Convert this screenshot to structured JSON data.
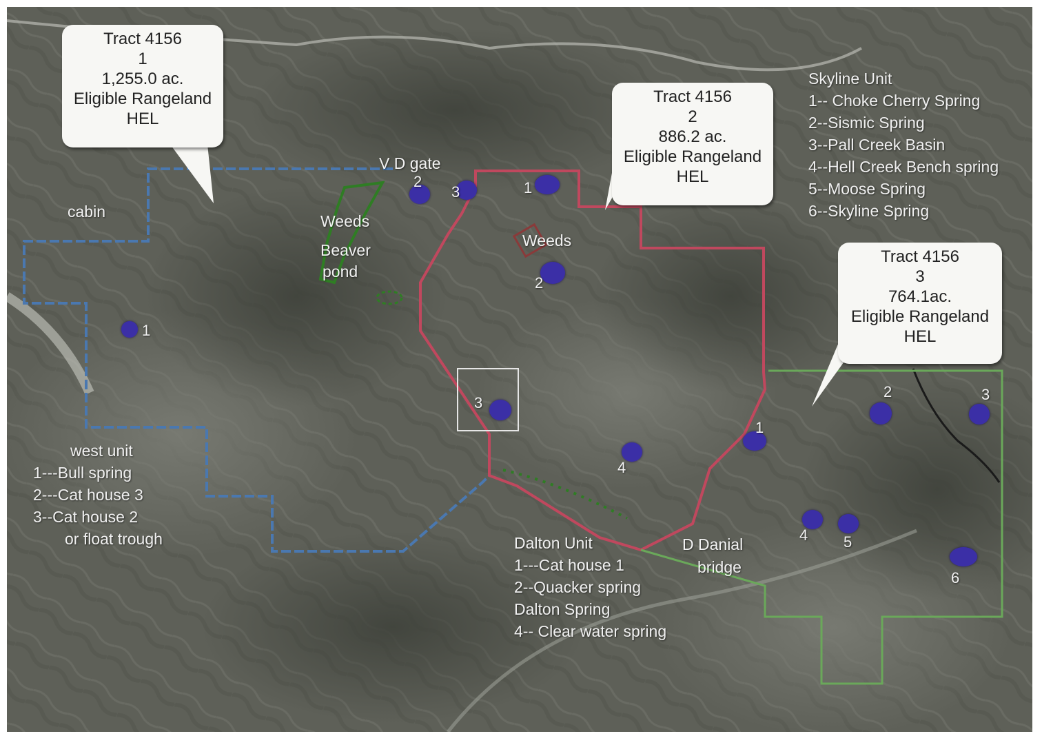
{
  "callouts": {
    "tract1": {
      "lines": [
        "Tract  4156",
        "1",
        "1,255.0 ac.",
        "Eligible Rangeland",
        "HEL"
      ]
    },
    "tract2": {
      "lines": [
        "Tract  4156",
        "2",
        "886.2 ac.",
        "Eligible Rangeland",
        "HEL"
      ]
    },
    "tract3": {
      "lines": [
        "Tract  4156",
        "3",
        "764.1ac.",
        "Eligible Rangeland",
        "HEL"
      ]
    }
  },
  "labels": {
    "cabin": "cabin",
    "vd_gate": "V D gate",
    "weeds_1": "Weeds",
    "beaver": "Beaver",
    "pond": "pond",
    "weeds_2": "Weeds",
    "d_danial": "D  Danial",
    "bridge": "bridge"
  },
  "legends": {
    "skyline": {
      "title": "Skyline Unit",
      "items": [
        "1-- Choke Cherry Spring",
        "2--Sismic Spring",
        "3--Pall Creek Basin",
        "4--Hell Creek Bench spring",
        "5--Moose Spring",
        "6--Skyline Spring"
      ]
    },
    "west": {
      "title": "west unit",
      "items": [
        "1---Bull spring",
        "2---Cat house 3",
        "3--Cat house 2",
        "or float trough"
      ]
    },
    "dalton": {
      "title": "Dalton Unit",
      "items": [
        "1---Cat house 1",
        "2--Quacker spring",
        "Dalton Spring",
        "4-- Clear water spring"
      ]
    }
  },
  "markers": {
    "west_1": "1",
    "north_2": "2",
    "north_3": "3",
    "dalton_1": "1",
    "dalton_2": "2",
    "dalton_3": "3",
    "dalton_4": "4",
    "skyline_1": "1",
    "skyline_2": "2",
    "skyline_3": "3",
    "skyline_4": "4",
    "skyline_5": "5",
    "skyline_6": "6"
  },
  "colors": {
    "terrain": "#5e6058",
    "west_boundary": "#4a78b0",
    "dalton_boundary": "#c0485e",
    "skyline_boundary": "#6aa85a",
    "weeds_outline": "#2f7d24",
    "spring_marker": "#3b2fa6",
    "callout_bg": "#f7f7f4"
  }
}
